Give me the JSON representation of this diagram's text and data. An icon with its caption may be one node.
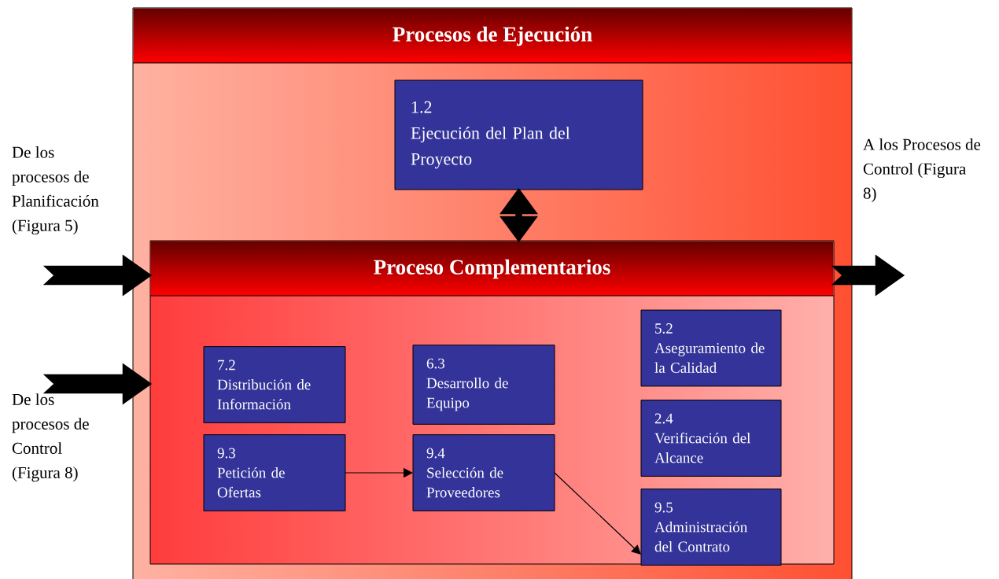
{
  "diagram": {
    "nodes": [
      {
        "text": [
          "Procesos de Ejecución"
        ]
      },
      {
        "text": [
          "1.2",
          "Ejecución del Plan del Proyecto"
        ],
        "in": 0
      },
      {
        "text": [
          "Proceso Complementarios"
        ],
        "in": 0
      },
      {
        "text": [
          "7.2",
          "Distribución de Información"
        ],
        "in": 2
      },
      {
        "text": [
          "6.3",
          "Desarrollo de Equipo"
        ],
        "in": 2
      },
      {
        "text": [
          "5.2",
          "Aseguramiento de la Calidad"
        ],
        "in": 2
      },
      {
        "text": [
          "2.4",
          "Verificación del Alcance"
        ],
        "in": 2
      },
      {
        "text": [
          "9.3",
          "Petición de Ofertas"
        ],
        "in": 2
      },
      {
        "text": [
          "9.4",
          "Selección de Proveedores"
        ],
        "in": 2
      },
      {
        "text": [
          "9.5",
          "Administración del Contrato"
        ],
        "in": 2
      },
      {
        "text": [
          "De los procesos de Planificación (Figura 5)"
        ]
      },
      {
        "text": [
          "De los procesos de Control (Figura 8)"
        ]
      },
      {
        "text": [
          "A los Procesos de Control (Figura 8)"
        ]
      }
    ],
    "edges": [
      {
        "from": 1,
        "to": 2,
        "arrow": "both",
        "style": "thick"
      },
      {
        "from": 10,
        "to": 2,
        "arrow": "to",
        "style": "thick"
      },
      {
        "from": 11,
        "to": 2,
        "arrow": "to",
        "style": "thick"
      },
      {
        "from": 2,
        "to": 12,
        "arrow": "to",
        "style": "thick"
      },
      {
        "from": 7,
        "to": 8,
        "arrow": "to"
      },
      {
        "from": 8,
        "to": 9,
        "arrow": "to"
      }
    ]
  }
}
